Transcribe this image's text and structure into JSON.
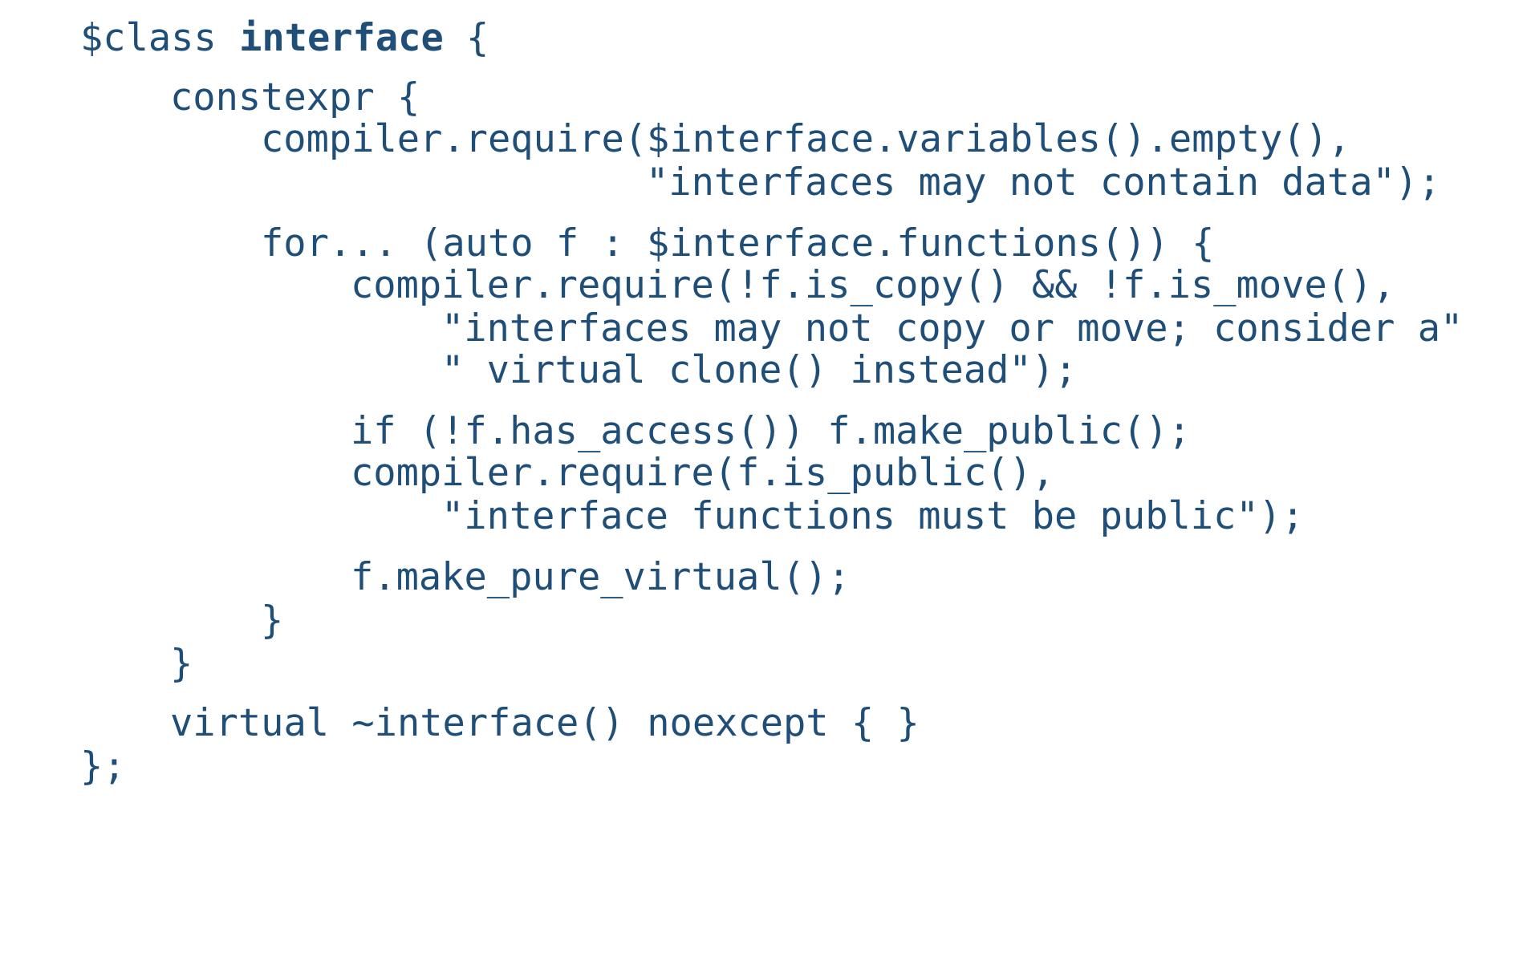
{
  "code": {
    "lines": [
      {
        "indent": "",
        "parts": [
          {
            "text": "$class "
          },
          {
            "text": "interface",
            "bold": true
          },
          {
            "text": " {"
          }
        ]
      },
      {
        "indent": "    ",
        "parts": [
          {
            "text": "constexpr {"
          }
        ]
      },
      {
        "indent": "        ",
        "parts": [
          {
            "text": "compiler.require($interface.variables().empty(),"
          }
        ]
      },
      {
        "indent": "                         ",
        "parts": [
          {
            "text": "\"interfaces may not contain data\");"
          }
        ]
      },
      {
        "indent": "        ",
        "parts": [
          {
            "text": "for... (auto f : $interface.functions()) {"
          }
        ]
      },
      {
        "indent": "            ",
        "parts": [
          {
            "text": "compiler.require(!f.is_copy() && !f.is_move(),"
          }
        ]
      },
      {
        "indent": "                ",
        "parts": [
          {
            "text": "\"interfaces may not copy or move; consider a\""
          }
        ]
      },
      {
        "indent": "                ",
        "parts": [
          {
            "text": "\" virtual clone() instead\");"
          }
        ]
      },
      {
        "indent": "            ",
        "parts": [
          {
            "text": "if (!f.has_access()) f.make_public();"
          }
        ]
      },
      {
        "indent": "            ",
        "parts": [
          {
            "text": "compiler.require(f.is_public(),"
          }
        ]
      },
      {
        "indent": "                ",
        "parts": [
          {
            "text": "\"interface functions must be public\");"
          }
        ]
      },
      {
        "indent": "            ",
        "parts": [
          {
            "text": "f.make_pure_virtual();"
          }
        ]
      },
      {
        "indent": "        ",
        "parts": [
          {
            "text": "}"
          }
        ]
      },
      {
        "indent": "    ",
        "parts": [
          {
            "text": "}"
          }
        ]
      },
      {
        "indent": "    ",
        "parts": [
          {
            "text": "virtual ~interface() noexcept { }"
          }
        ]
      },
      {
        "indent": "",
        "parts": [
          {
            "text": "};"
          }
        ]
      }
    ]
  }
}
